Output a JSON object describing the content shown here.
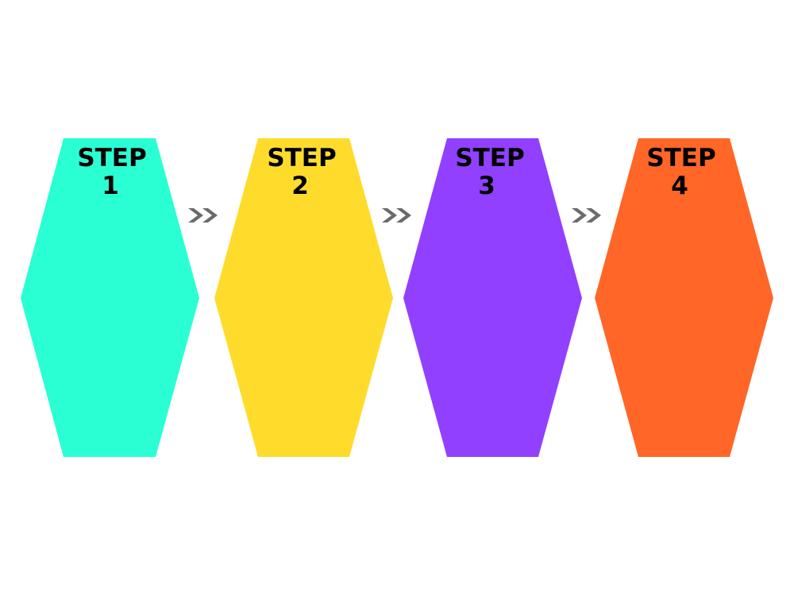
{
  "steps": [
    {
      "word": "STEP",
      "number": "1",
      "color": "#2affd4"
    },
    {
      "word": "STEP",
      "number": "2",
      "color": "#ffdc2c"
    },
    {
      "word": "STEP",
      "number": "3",
      "color": "#9140ff"
    },
    {
      "word": "STEP",
      "number": "4",
      "color": "#ff6628"
    }
  ],
  "connector_icon": "double-chevron-right-icon",
  "connector_color": "#6b6b6b"
}
